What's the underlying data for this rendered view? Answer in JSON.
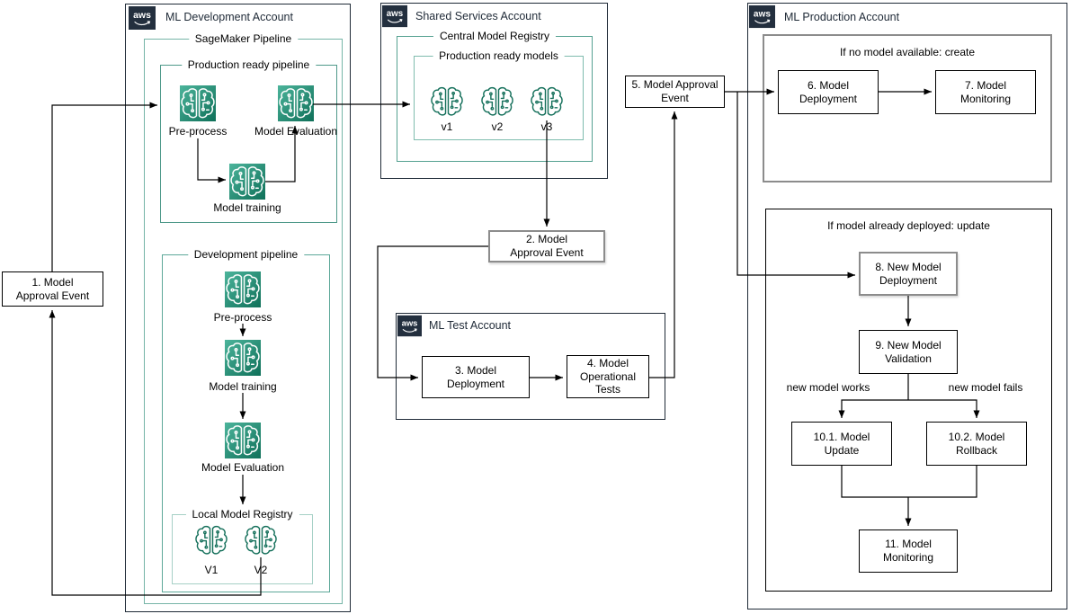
{
  "colors": {
    "accent_teal_dark": "#16735D",
    "accent_teal_light": "#4CB49B",
    "account_border": "#1F2A37",
    "group_border_teal": "#4E998A",
    "group_border_teal_light": "#A6D0C6",
    "highlight_border_gray": "#8C8C8C",
    "box_border": "#000000",
    "aws_logo_bg": "#232F3E",
    "background": "#FFFFFF"
  },
  "logo": {
    "text": "aws"
  },
  "accounts": {
    "dev": {
      "title": "ML Development Account"
    },
    "shared": {
      "title": "Shared Services Account"
    },
    "test": {
      "title": "ML Test Account"
    },
    "prod": {
      "title": "ML Production Account"
    }
  },
  "groups": {
    "sagemaker_pipeline": {
      "title": "SageMaker Pipeline"
    },
    "prod_pipeline": {
      "title": "Production ready pipeline"
    },
    "dev_pipeline": {
      "title": "Development pipeline"
    },
    "local_registry": {
      "title": "Local Model Registry"
    },
    "central_registry": {
      "title": "Central Model Registry"
    },
    "prod_models": {
      "title": "Production ready models"
    },
    "section_create": {
      "title": "If no model available: create"
    },
    "section_update": {
      "title": "If model already deployed: update"
    }
  },
  "nodes": {
    "prod_preprocess": {
      "label": "Pre-process"
    },
    "prod_training": {
      "label": "Model training"
    },
    "prod_evaluation": {
      "label": "Model Evaluation"
    },
    "dev_preprocess": {
      "label": "Pre-process"
    },
    "dev_training": {
      "label": "Model training"
    },
    "dev_evaluation": {
      "label": "Model Evaluation"
    },
    "local_v1": {
      "label": "V1"
    },
    "local_v2": {
      "label": "V2"
    },
    "central_v1": {
      "label": "v1"
    },
    "central_v2": {
      "label": "v2"
    },
    "central_v3": {
      "label": "v3"
    }
  },
  "steps": {
    "s1": {
      "text": "1. Model\nApproval Event"
    },
    "s2": {
      "text": "2. Model\nApproval Event"
    },
    "s3": {
      "text": "3. Model\nDeployment"
    },
    "s4": {
      "text": "4. Model\nOperational\nTests"
    },
    "s5": {
      "text": "5. Model Approval\nEvent"
    },
    "s6": {
      "text": "6. Model\nDeployment"
    },
    "s7": {
      "text": "7. Model\nMonitoring"
    },
    "s8": {
      "text": "8. New Model\nDeployment"
    },
    "s9": {
      "text": "9. New Model\nValidation"
    },
    "s10_1": {
      "text": "10.1. Model\nUpdate"
    },
    "s10_2": {
      "text": "10.2. Model\nRollback"
    },
    "s11": {
      "text": "11. Model\nMonitoring"
    }
  },
  "edge_labels": {
    "works": "new model works",
    "fails": "new model fails"
  }
}
